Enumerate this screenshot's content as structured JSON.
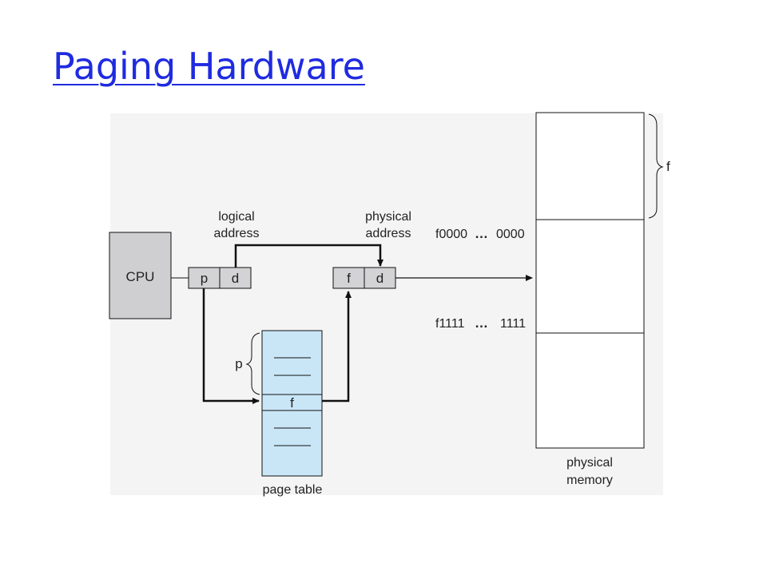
{
  "title": "Paging Hardware",
  "diagram": {
    "cpu_label": "CPU",
    "logical_address": {
      "label_line1": "logical",
      "label_line2": "address",
      "p": "p",
      "d": "d"
    },
    "physical_address": {
      "label_line1": "physical",
      "label_line2": "address",
      "f": "f",
      "d": "d"
    },
    "page_table": {
      "label": "page table",
      "p_brace_label": "p",
      "entry_label": "f"
    },
    "physical_memory": {
      "label_line1": "physical",
      "label_line2": "memory",
      "f_brace_label": "f",
      "addr_top_left": "f0000",
      "addr_top_dots": "…",
      "addr_top_right": "0000",
      "addr_bottom_left": "f1111",
      "addr_bottom_dots": "…",
      "addr_bottom_right": "1111"
    }
  },
  "colors": {
    "title": "#1f2be0",
    "cpu_fill": "#cfcfd1",
    "register_fill": "#d3d3d6",
    "page_table_fill": "#c9e6f7",
    "diagram_background": "#f4f4f4",
    "line": "#111111"
  }
}
